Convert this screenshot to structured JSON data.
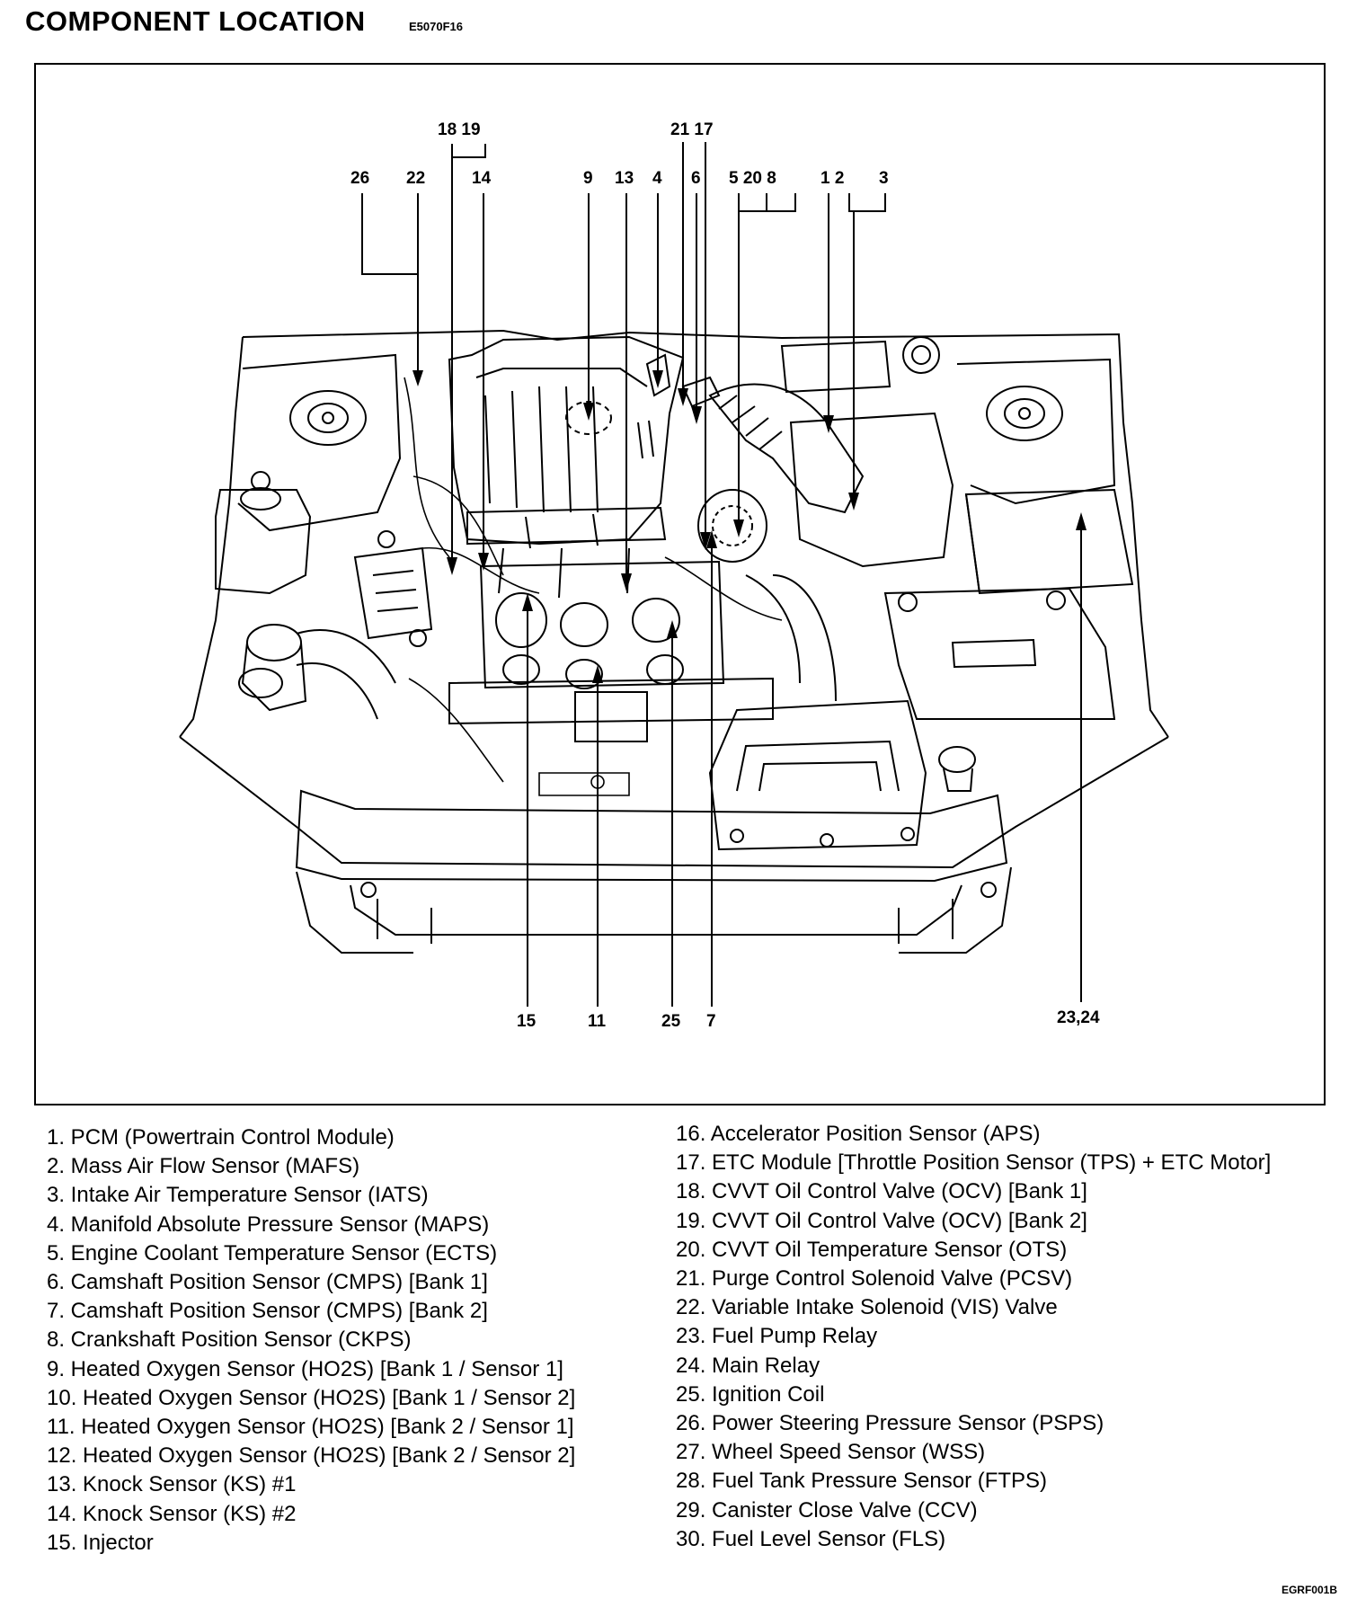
{
  "page": {
    "title": "COMPONENT LOCATION",
    "code_top": "E5070F16",
    "code_bottom": "EGRF001B"
  },
  "diagram": {
    "callouts": {
      "c18_19": "18  19",
      "c21_17": "21 17",
      "c26": "26",
      "c22": "22",
      "c14": "14",
      "c9": "9",
      "c13": "13",
      "c4": "4",
      "c6": "6",
      "c5_20_8": "5  20  8",
      "c1_2": "1  2",
      "c3": "3",
      "c15": "15",
      "c11": "11",
      "c25": "25",
      "c7": "7",
      "c23_24": "23,24"
    }
  },
  "legend_left": [
    "1. PCM (Powertrain Control Module)",
    "2. Mass Air Flow Sensor (MAFS)",
    "3. Intake Air Temperature Sensor (IATS)",
    "4. Manifold Absolute Pressure Sensor (MAPS)",
    "5. Engine Coolant Temperature Sensor (ECTS)",
    "6. Camshaft Position Sensor (CMPS) [Bank 1]",
    "7. Camshaft Position Sensor (CMPS) [Bank 2]",
    "8. Crankshaft Position Sensor (CKPS)",
    "9. Heated Oxygen Sensor (HO2S) [Bank 1 / Sensor 1]",
    "10. Heated Oxygen Sensor (HO2S) [Bank 1 / Sensor 2]",
    "11. Heated Oxygen Sensor (HO2S) [Bank 2 / Sensor 1]",
    "12. Heated Oxygen Sensor (HO2S) [Bank 2 / Sensor 2]",
    "13. Knock Sensor (KS) #1",
    "14. Knock Sensor (KS) #2",
    "15. Injector"
  ],
  "legend_right": [
    "16. Accelerator Position Sensor (APS)",
    "17. ETC Module [Throttle Position Sensor (TPS) + ETC Motor]",
    "18. CVVT Oil Control Valve (OCV) [Bank 1]",
    "19. CVVT Oil Control Valve (OCV) [Bank 2]",
    "20. CVVT Oil Temperature Sensor (OTS)",
    "21. Purge Control Solenoid Valve (PCSV)",
    "22. Variable Intake Solenoid (VIS) Valve",
    "23. Fuel Pump Relay",
    "24. Main Relay",
    "25. Ignition Coil",
    "26. Power Steering Pressure Sensor (PSPS)",
    "27. Wheel Speed Sensor (WSS)",
    "28. Fuel Tank Pressure Sensor (FTPS)",
    "29. Canister Close Valve (CCV)",
    "30. Fuel Level Sensor (FLS)"
  ]
}
